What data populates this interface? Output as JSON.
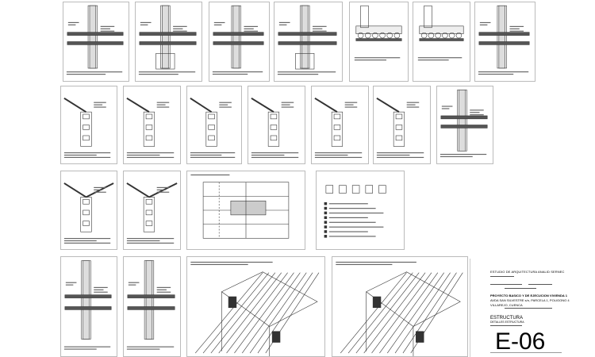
{
  "title_block": {
    "studio": "ESTUDIO DE ARQUITECTURA ANALID SERNEC",
    "project": "PROYECTO BASICO Y DE EJECUCION   VIVIENDA 1",
    "address": "AVDA SAN SILVESTRE s/n, PARCELA 1, POLIGONO 4",
    "city": "VILLAREJO, CUENCA",
    "section": "ESTRUCTURA",
    "subtitle": "DETALLES ESTRUCTURA",
    "sheet_number": "E-06"
  },
  "panels": [
    {
      "kind": "wall-slab"
    },
    {
      "kind": "wall-slab-footing"
    },
    {
      "kind": "wall-slab"
    },
    {
      "kind": "wall-slab-footing"
    },
    {
      "kind": "beam-joist"
    },
    {
      "kind": "beam-joist"
    },
    {
      "kind": "wall-slab"
    },
    {
      "kind": "roof-wall"
    },
    {
      "kind": "roof-wall"
    },
    {
      "kind": "roof-wall"
    },
    {
      "kind": "roof-wall"
    },
    {
      "kind": "roof-wall"
    },
    {
      "kind": "roof-wall"
    },
    {
      "kind": "wall-slab"
    },
    {
      "kind": "roof-ridge"
    },
    {
      "kind": "roof-ridge"
    },
    {
      "kind": "elevation"
    },
    {
      "kind": "legend"
    },
    {
      "kind": "wall-slab"
    },
    {
      "kind": "wall-column"
    },
    {
      "kind": "axonometric"
    },
    {
      "kind": "axonometric"
    }
  ]
}
